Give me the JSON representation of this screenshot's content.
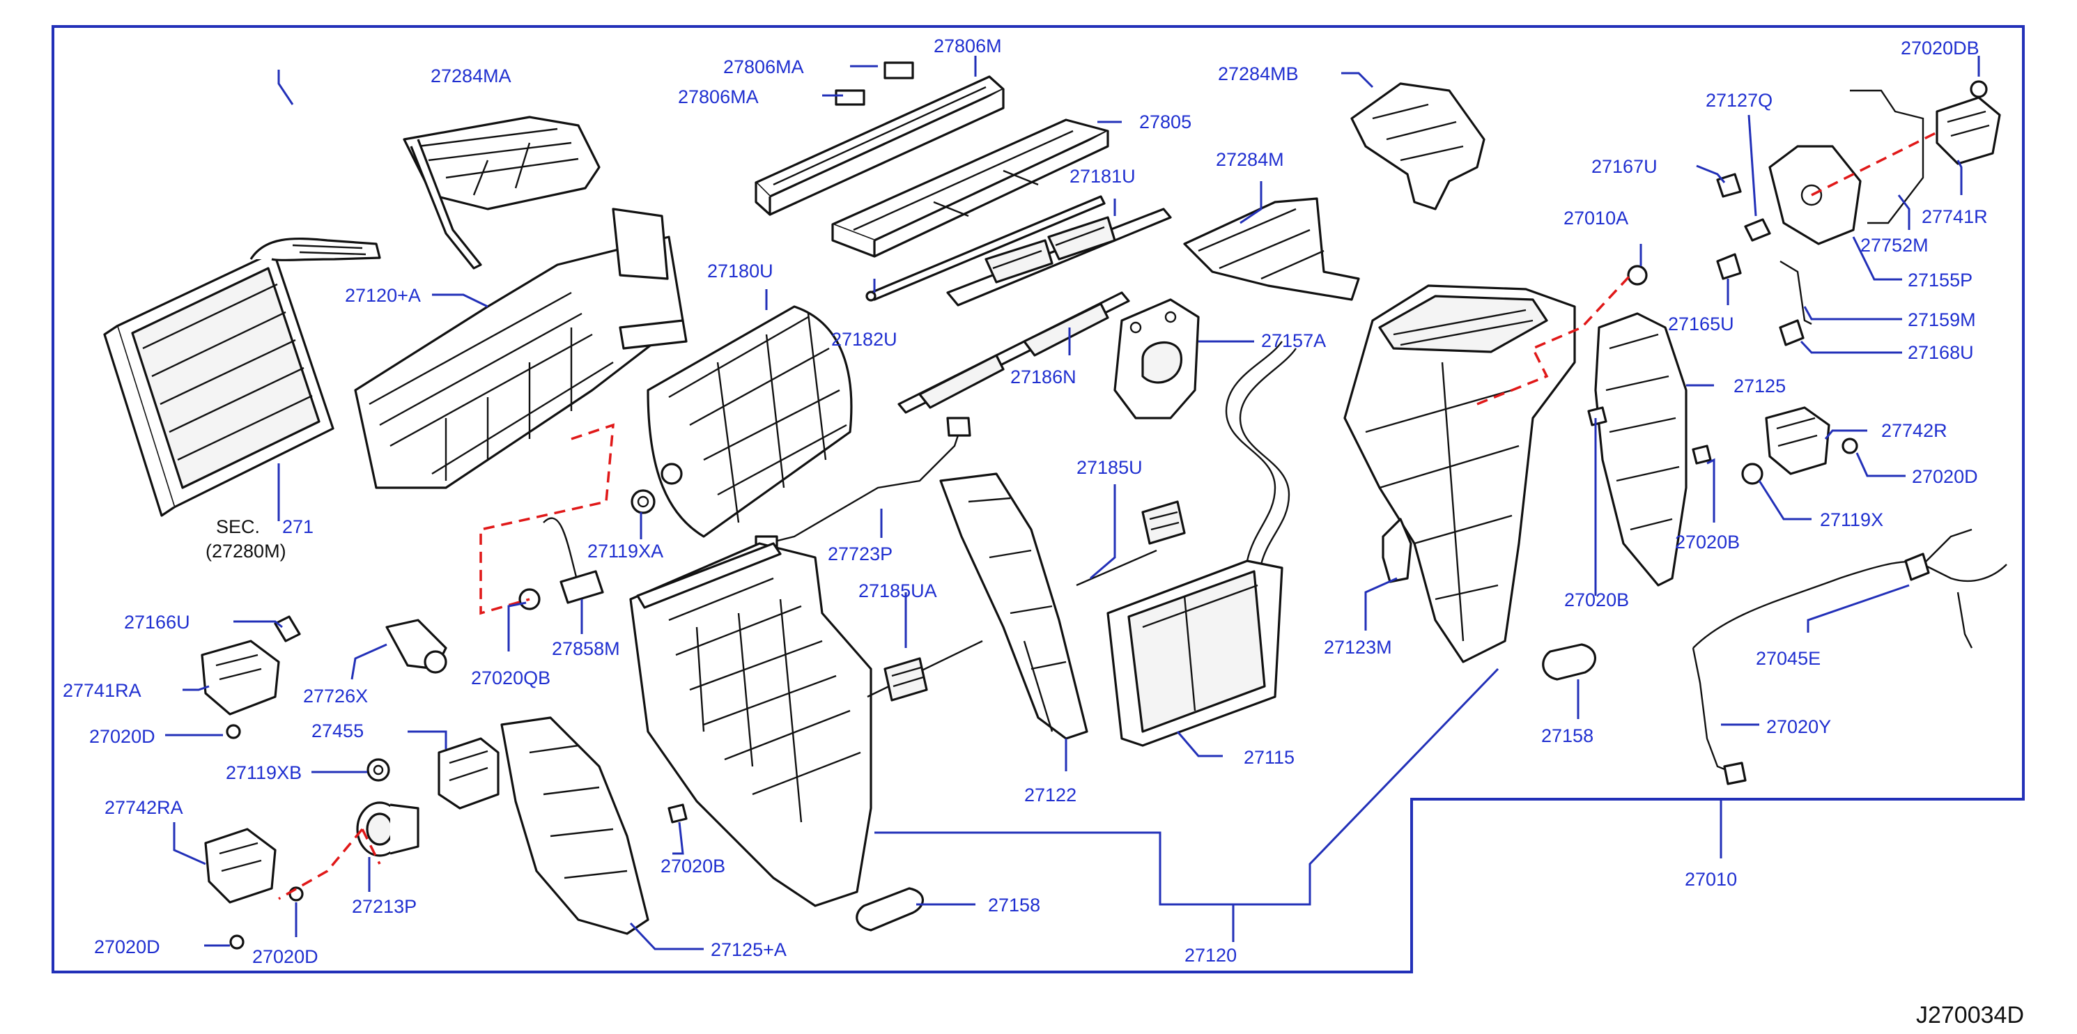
{
  "diagram_code": "J270034D",
  "sec_ref": {
    "sec_label": "SEC.",
    "sec_number": "271",
    "part_label": "(27280M)"
  },
  "labels": {
    "l27284MA": "27284MA",
    "l27806MA_top": "27806MA",
    "l27806MA_low": "27806MA",
    "l27806M": "27806M",
    "l27805": "27805",
    "l27284MB": "27284MB",
    "l27020DB": "27020DB",
    "l27127Q": "27127Q",
    "l27167U": "27167U",
    "l27741R": "27741R",
    "l27752M": "27752M",
    "l27155P": "27155P",
    "l27159M": "27159M",
    "l27168U": "27168U",
    "l27165U": "27165U",
    "l27010A": "27010A",
    "l27284M": "27284M",
    "l27181U": "27181U",
    "l27180U": "27180U",
    "l27120A": "27120+A",
    "l27182U": "27182U",
    "l27186N": "27186N",
    "l27157A": "27157A",
    "l27125": "27125",
    "l27742R": "27742R",
    "l27020D_r": "27020D",
    "l27119X": "27119X",
    "l27020B_r": "27020B",
    "l27020B_mid": "27020B",
    "l27045E": "27045E",
    "l27020Y": "27020Y",
    "l27010": "27010",
    "l27158_r": "27158",
    "l27123M": "27123M",
    "l27185U": "27185U",
    "l27723P": "27723P",
    "l27119XA": "27119XA",
    "l27858M": "27858M",
    "l27020QB": "27020QB",
    "l27185UA": "27185UA",
    "l27166U": "27166U",
    "l27741RA": "27741RA",
    "l27726X": "27726X",
    "l27020D_l1": "27020D",
    "l27455": "27455",
    "l27119XB": "27119XB",
    "l27742RA": "27742RA",
    "l27213P": "27213P",
    "l27020D_l2": "27020D",
    "l27020D_l3": "27020D",
    "l27020B_low": "27020B",
    "l27125A": "27125+A",
    "l27158_low": "27158",
    "l27120": "27120",
    "l27122": "27122",
    "l27115": "27115"
  }
}
